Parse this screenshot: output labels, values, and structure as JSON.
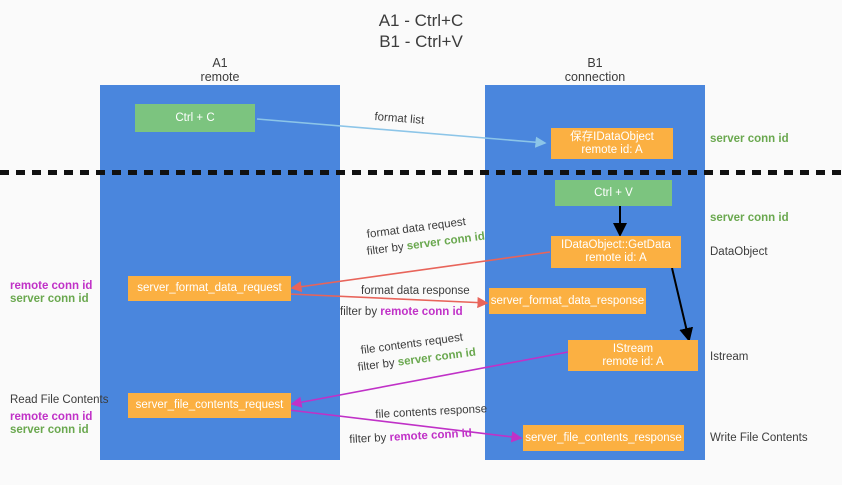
{
  "title": {
    "line1": "A1 - Ctrl+C",
    "line2": "B1 - Ctrl+V"
  },
  "lanes": [
    {
      "name": "A1",
      "sub": "remote"
    },
    {
      "name": "B1",
      "sub": "connection"
    }
  ],
  "boxes": {
    "ctrl_c": "Ctrl + C",
    "ctrl_v": "Ctrl + V",
    "save_idataobject_l1": "保存IDataObject",
    "save_idataobject_l2": "remote id: A",
    "getdata_l1": "IDataObject::GetData",
    "getdata_l2": "remote id: A",
    "istream_l1": "IStream",
    "istream_l2": "remote id: A",
    "server_format_data_request": "server_format_data_request",
    "server_format_data_response": "server_format_data_response",
    "server_file_contents_request": "server_file_contents_request",
    "server_file_contents_response": "server_file_contents_response"
  },
  "arrow_labels": {
    "format_list": "format list",
    "format_data_request": "format data request",
    "format_data_request_filter_prefix": "filter by ",
    "format_data_request_filter_value": "server conn id",
    "format_data_response": "format data response",
    "format_data_response_filter_prefix": "filter by ",
    "format_data_response_filter_value": "remote conn id",
    "file_contents_request": "file contents request",
    "file_contents_request_filter_prefix": "filter by ",
    "file_contents_request_filter_value": "server conn id",
    "file_contents_response": "file contents response",
    "file_contents_response_filter_prefix": "filter by ",
    "file_contents_response_filter_value": "remote conn id"
  },
  "right_labels": {
    "server_conn_id_top": "server conn id",
    "server_conn_id_mid": "server conn id",
    "dataobject": "DataObject",
    "istream": "Istream",
    "write_file_contents": "Write File Contents"
  },
  "left_labels": {
    "remote_conn_id_1": "remote conn id",
    "server_conn_id_1": "server conn id",
    "read_file_contents": "Read File Contents",
    "remote_conn_id_2": "remote conn id",
    "server_conn_id_2": "server conn id"
  },
  "colors": {
    "lane": "#4a86dd",
    "green_box": "#7cc47f",
    "orange_box": "#fbb042",
    "server_conn_id": "#6aa84f",
    "remote_conn_id": "#c031c7",
    "arrow_light_blue": "#8cc5e8",
    "arrow_red": "#e8645a",
    "arrow_magenta": "#c031c7",
    "arrow_black": "#000000",
    "background": "#fafafa"
  }
}
